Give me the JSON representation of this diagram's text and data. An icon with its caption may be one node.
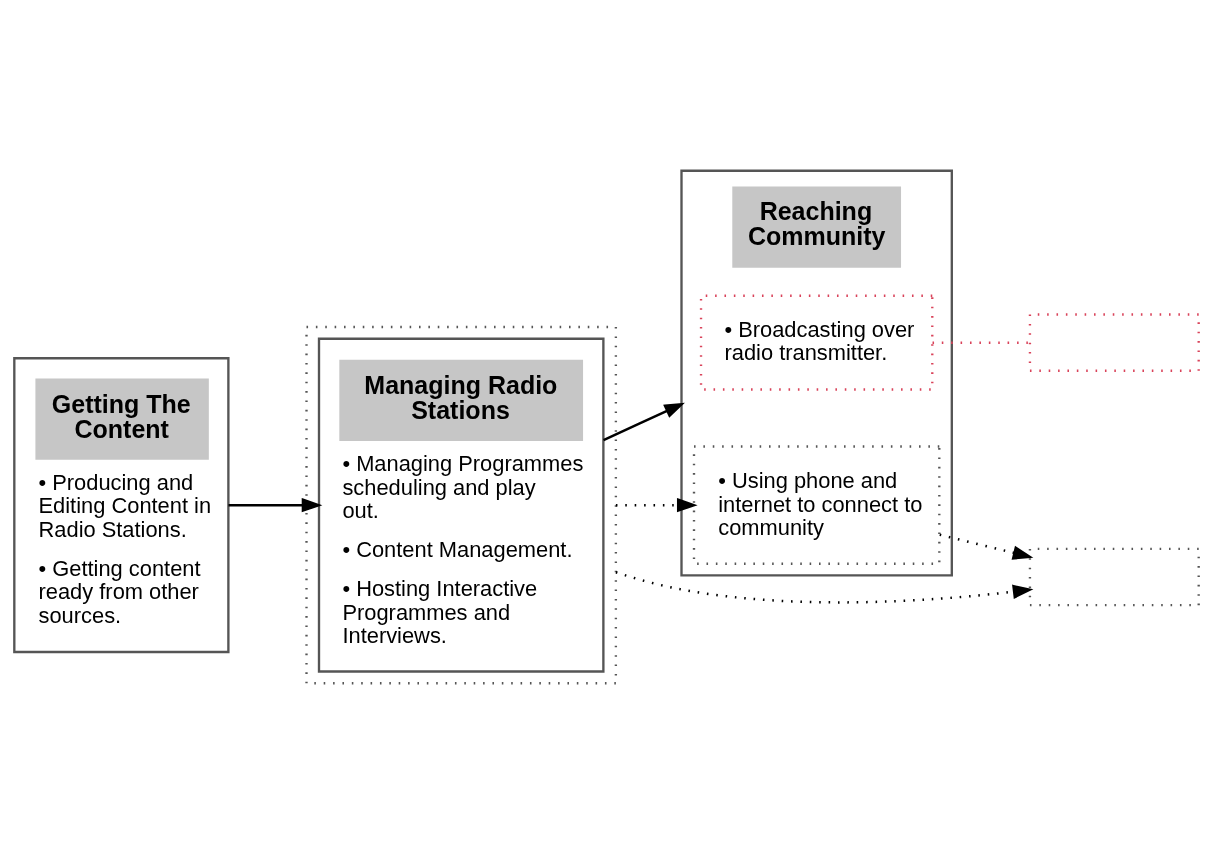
{
  "diagram": {
    "nodes": [
      {
        "text": [
          "Getting The Content",
          "• Producing and Editing Content in Radio Stations.",
          "• Getting content ready from other sources."
        ]
      },
      {
        "text": [],
        "shape": "box"
      },
      {
        "text": [
          "Managing Radio Stations",
          "• Managing Programmes scheduling and play out.",
          "• Content Management.",
          "• Hosting Interactive Programmes and Interviews."
        ],
        "in": 1
      },
      {
        "text": [
          "Reaching Community"
        ]
      },
      {
        "text": [
          "• Broadcasting over radio transmitter."
        ],
        "in": 3
      },
      {
        "text": [
          "• Using phone and internet to connect to community"
        ],
        "in": 3
      },
      {
        "text": [],
        "shape": "box"
      },
      {
        "text": [],
        "shape": "box"
      }
    ],
    "edges": [
      {
        "from": 0,
        "to": 2,
        "arrow": "to"
      },
      {
        "from": 2,
        "to": 3,
        "arrow": "to"
      },
      {
        "from": 1,
        "to": 5,
        "arrow": "to",
        "style": "dashed"
      },
      {
        "from": 1,
        "to": 7,
        "arrow": "to",
        "style": "dashed"
      },
      {
        "from": 5,
        "to": 7,
        "arrow": "to",
        "style": "dashed"
      },
      {
        "from": 4,
        "to": 6,
        "arrow": "none",
        "style": "dashed",
        "color": "#d9435a"
      }
    ]
  }
}
